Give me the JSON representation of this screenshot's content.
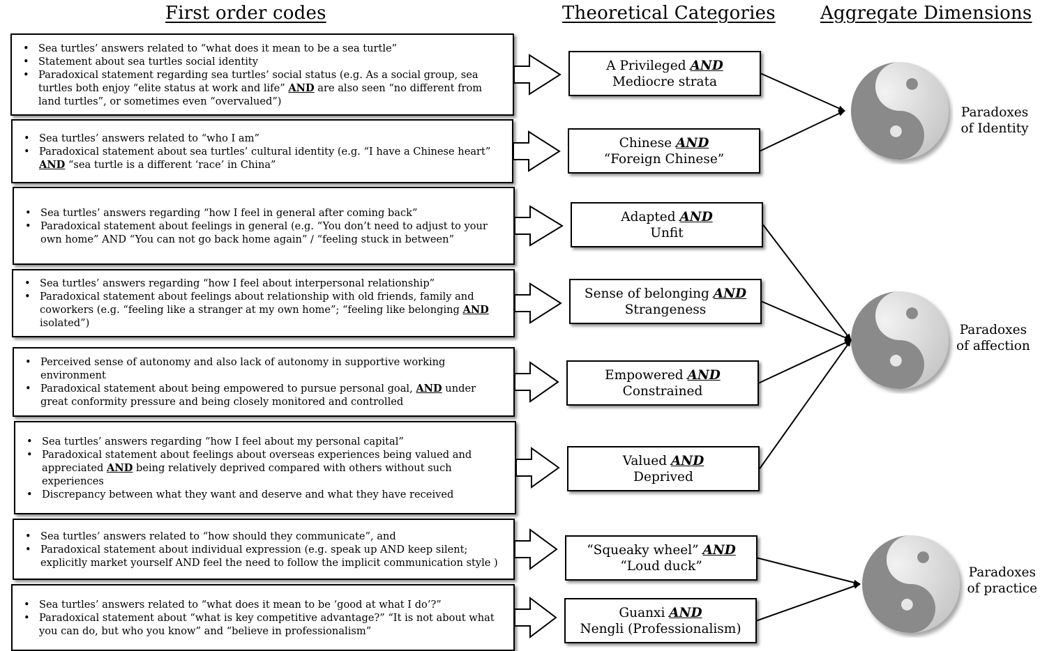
{
  "headers": {
    "first_order": "First order codes",
    "theoretical": "Theoretical Categories",
    "aggregate": "Aggregate Dimensions"
  },
  "codes": [
    [
      [
        "Sea turtles’ answers related to “what does it mean to be a sea turtle”"
      ],
      [
        "Statement about sea turtles social identity"
      ],
      [
        "Paradoxical statement regarding sea turtles’ social status (e.g. As a social group, sea turtles both enjoy “elite status at work and life” ",
        "AND",
        " are also seen “no different from land turtles”, or sometimes even “overvalued”)"
      ]
    ],
    [
      [
        "Sea turtles’ answers related to  “who I am”"
      ],
      [
        "Paradoxical statement about sea turtles’ cultural identity (e.g. “I have a Chinese heart” ",
        "AND",
        " “sea turtle is a different ‘race’ in China”"
      ]
    ],
    [
      [
        "Sea turtles’ answers regarding “how I feel in general after coming back”"
      ],
      [
        "Paradoxical statement about feelings in general (e.g. “You don’t need to adjust to your own home” AND “You can not go back home again” / “feeling stuck in between”"
      ]
    ],
    [
      [
        "Sea turtles’ answers regarding “how I feel about interpersonal relationship”"
      ],
      [
        "Paradoxical statement about feelings about relationship with old friends, family and coworkers (e.g. “feeling like a stranger at my own home”; “feeling like belonging ",
        "AND",
        " isolated”)"
      ]
    ],
    [
      [
        "Perceived sense of autonomy and also lack of autonomy in supportive working environment"
      ],
      [
        "Paradoxical statement about being empowered to pursue personal goal, ",
        "AND",
        " under great conformity pressure and being closely monitored and controlled"
      ]
    ],
    [
      [
        "Sea turtles’ answers regarding “how I feel about my personal capital”"
      ],
      [
        "Paradoxical statement about feelings about overseas experiences being valued and appreciated ",
        "AND",
        " being relatively deprived compared with others without such experiences"
      ],
      [
        "Discrepancy between what they want and deserve and what they have received"
      ]
    ],
    [
      [
        "Sea turtles’ answers related to “how should they communicate”, and"
      ],
      [
        "Paradoxical statement about individual expression (e.g. speak up AND keep silent; explicitly market yourself AND feel the need to follow the implicit communication style )"
      ]
    ],
    [
      [
        "Sea turtles’ answers related to “what does it mean to be ‘good at what I do’?”"
      ],
      [
        "Paradoxical statement about “what is key competitive advantage?” “It is not about what you can do, but who you know” and “believe in professionalism”"
      ]
    ]
  ],
  "categories": [
    {
      "line1": "A Privileged ",
      "line2": "Mediocre strata"
    },
    {
      "line1": "Chinese ",
      "line2": "“Foreign Chinese”"
    },
    {
      "line1": "Adapted ",
      "line2": "Unfit"
    },
    {
      "line1": "Sense of belonging ",
      "line2": "Strangeness"
    },
    {
      "line1": "Empowered ",
      "line2": "Constrained"
    },
    {
      "line1": "Valued ",
      "line2": "Deprived"
    },
    {
      "line1": "“Squeaky wheel” ",
      "line2": "“Loud duck”"
    },
    {
      "line1": "Guanxi ",
      "line2": "Nengli (Professionalism)"
    }
  ],
  "and_word": "AND",
  "dimensions": [
    {
      "line1": "Paradoxes",
      "line2": "of Identity",
      "members": [
        0,
        1
      ]
    },
    {
      "line1": "Paradoxes",
      "line2": "of affection",
      "members": [
        2,
        3,
        4,
        5
      ]
    },
    {
      "line1": "Paradoxes",
      "line2": "of practice",
      "members": [
        6,
        7
      ]
    }
  ]
}
